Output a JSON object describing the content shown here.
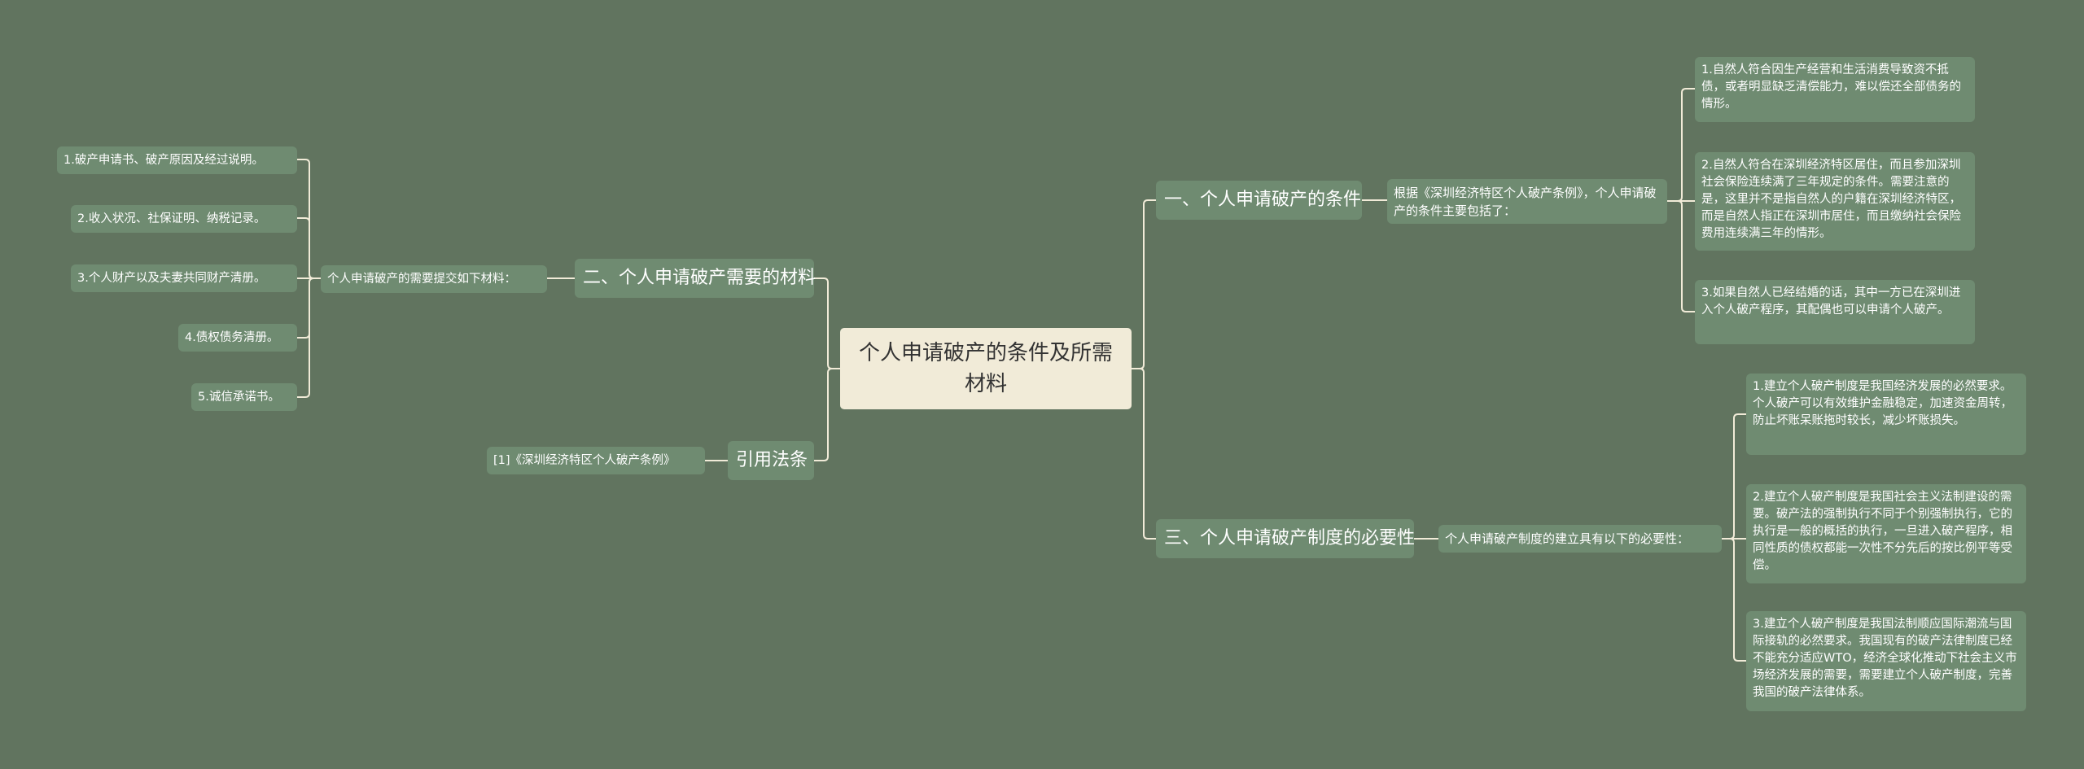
{
  "root": {
    "title": "个人申请破产的条件及所需材料"
  },
  "branches": {
    "conditions": {
      "label": "一、个人申请破产的条件",
      "intro": "根据《深圳经济特区个人破产条例》，个人申请破产的条件主要包括了：",
      "items": [
        "1.自然人符合因生产经营和生活消费导致资不抵债，或者明显缺乏清偿能力，难以偿还全部债务的情形。",
        "2.自然人符合在深圳经济特区居住，而且参加深圳社会保险连续满了三年规定的条件。需要注意的是，这里并不是指自然人的户籍在深圳经济特区，而是自然人指正在深圳市居住，而且缴纳社会保险费用连续满三年的情形。",
        "3.如果自然人已经结婚的话，其中一方已在深圳进入个人破产程序，其配偶也可以申请个人破产。"
      ]
    },
    "necessity": {
      "label": "三、个人申请破产制度的必要性",
      "intro": "个人申请破产制度的建立具有以下的必要性：",
      "items": [
        "1.建立个人破产制度是我国经济发展的必然要求。个人破产可以有效维护金融稳定，加速资金周转，防止坏账呆账拖时较长，减少坏账损失。",
        "2.建立个人破产制度是我国社会主义法制建设的需要。破产法的强制执行不同于个别强制执行，它的执行是一般的概括的执行，一旦进入破产程序，相同性质的债权都能一次性不分先后的按比例平等受偿。",
        "3.建立个人破产制度是我国法制顺应国际潮流与国际接轨的必然要求。我国现有的破产法律制度已经不能充分适应WTO，经济全球化推动下社会主义市场经济发展的需要，需要建立个人破产制度，完善我国的破产法律体系。"
      ]
    },
    "materials": {
      "label": "二、个人申请破产需要的材料",
      "intro": "个人申请破产的需要提交如下材料：",
      "items": [
        "1.破产申请书、破产原因及经过说明。",
        "2.收入状况、社保证明、纳税记录。",
        "3.个人财产以及夫妻共同财产清册。",
        "4.债权债务清册。",
        "5.诚信承诺书。"
      ]
    },
    "references": {
      "label": "引用法条",
      "items": [
        "[1]《深圳经济特区个人破产条例》"
      ]
    }
  },
  "colors": {
    "background": "#61745f",
    "node": "#6f8b71",
    "root": "#f1ebd8",
    "line": "#f1ebd8"
  }
}
